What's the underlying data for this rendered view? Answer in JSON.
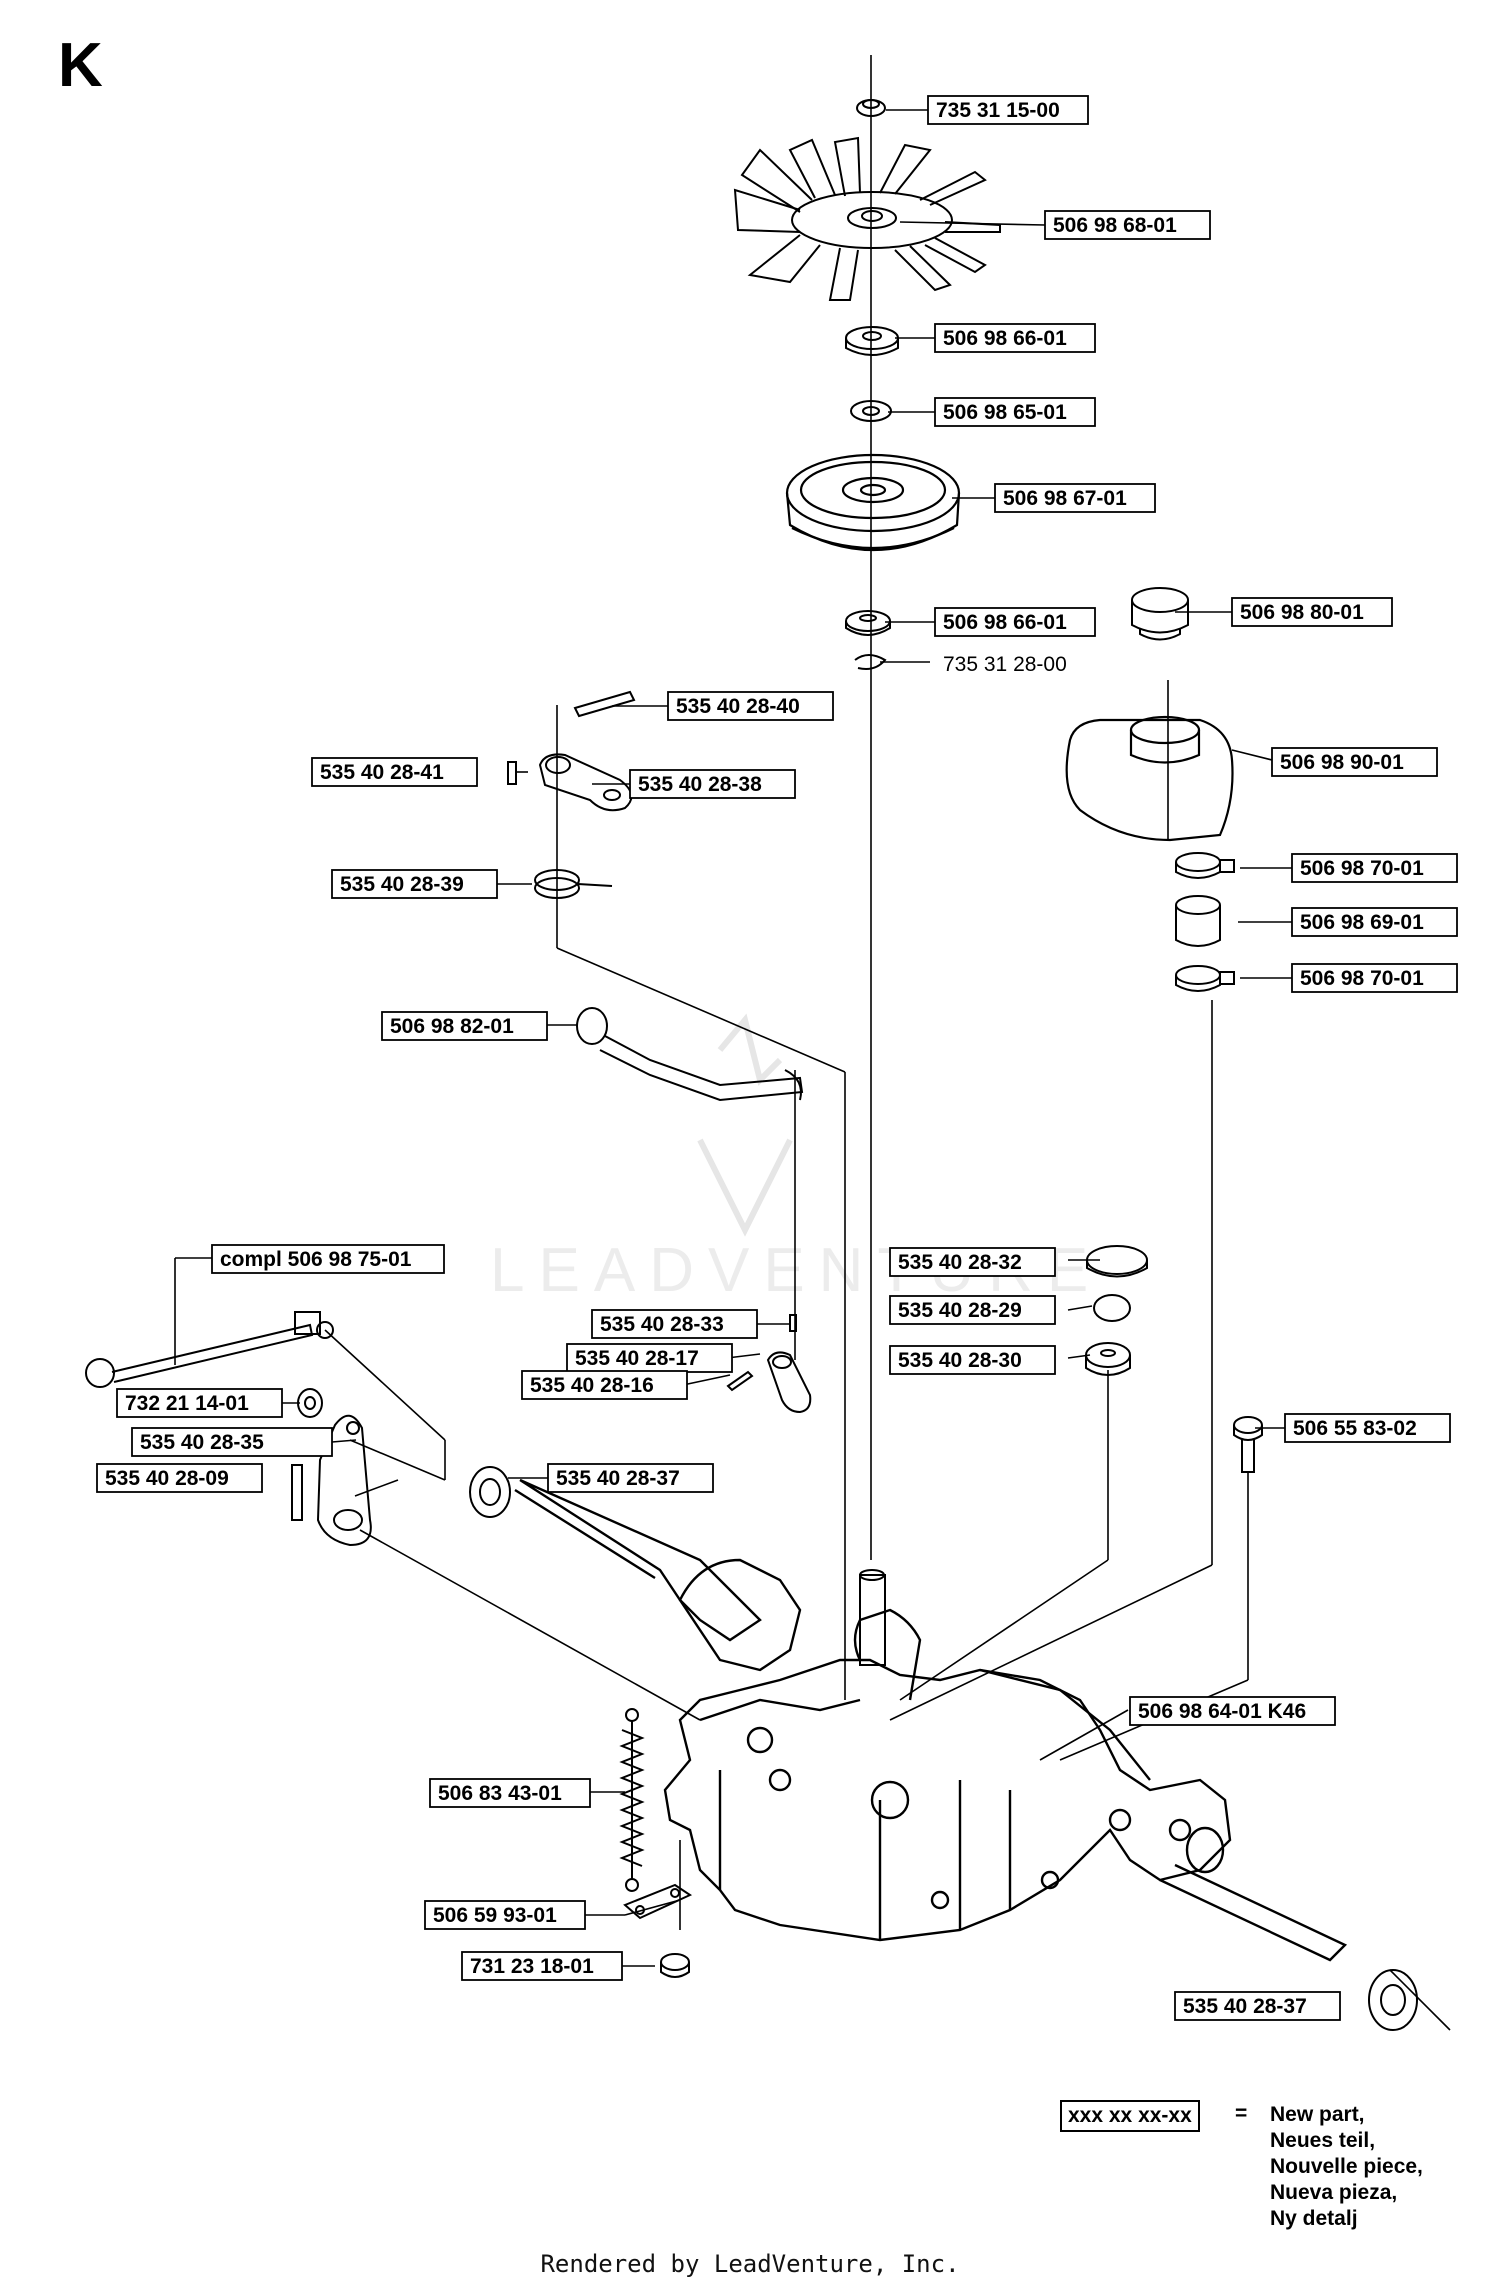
{
  "section_letter": "K",
  "watermark_text": "LEADVENTURE",
  "footer": "Rendered by LeadVenture, Inc.",
  "legend": {
    "sample": "xxx xx xx-xx",
    "equals": "=",
    "lines": [
      "New part,",
      "Neues teil,",
      "Nouvelle piece,",
      "Nueva pieza,",
      "Ny detalj"
    ]
  },
  "parts": [
    {
      "label": "735 31 15-00",
      "boxed": true
    },
    {
      "label": "506 98 68-01",
      "boxed": true
    },
    {
      "label": "506 98 66-01",
      "boxed": true
    },
    {
      "label": "506 98 65-01",
      "boxed": true
    },
    {
      "label": "506 98 67-01",
      "boxed": true
    },
    {
      "label": "506 98 66-01",
      "boxed": true
    },
    {
      "label": "735 31 28-00",
      "boxed": false
    },
    {
      "label": "506 98 80-01",
      "boxed": true
    },
    {
      "label": "535 40 28-40",
      "boxed": true
    },
    {
      "label": "535 40 28-41",
      "boxed": true
    },
    {
      "label": "535 40 28-38",
      "boxed": true
    },
    {
      "label": "506 98 90-01",
      "boxed": true
    },
    {
      "label": "535 40 28-39",
      "boxed": true
    },
    {
      "label": "506 98 70-01",
      "boxed": true
    },
    {
      "label": "506 98 69-01",
      "boxed": true
    },
    {
      "label": "506 98 70-01",
      "boxed": true
    },
    {
      "label": "506 98 82-01",
      "boxed": true
    },
    {
      "label": "compl 506 98 75-01",
      "boxed": true
    },
    {
      "label": "535 40 28-32",
      "boxed": true
    },
    {
      "label": "535 40 28-29",
      "boxed": true
    },
    {
      "label": "535 40 28-33",
      "boxed": true
    },
    {
      "label": "535 40 28-17",
      "boxed": true
    },
    {
      "label": "535 40 28-30",
      "boxed": true
    },
    {
      "label": "535 40 28-16",
      "boxed": true
    },
    {
      "label": "732 21 14-01",
      "boxed": true
    },
    {
      "label": "535 40 28-35",
      "boxed": true
    },
    {
      "label": "506 55 83-02",
      "boxed": true
    },
    {
      "label": "535 40 28-09",
      "boxed": true
    },
    {
      "label": "535 40 28-37",
      "boxed": true
    },
    {
      "label": "506 98 64-01 K46",
      "boxed": true
    },
    {
      "label": "506 83 43-01",
      "boxed": true
    },
    {
      "label": "506 59 93-01",
      "boxed": true
    },
    {
      "label": "731 23 18-01",
      "boxed": true
    },
    {
      "label": "535 40 28-37",
      "boxed": true
    }
  ]
}
